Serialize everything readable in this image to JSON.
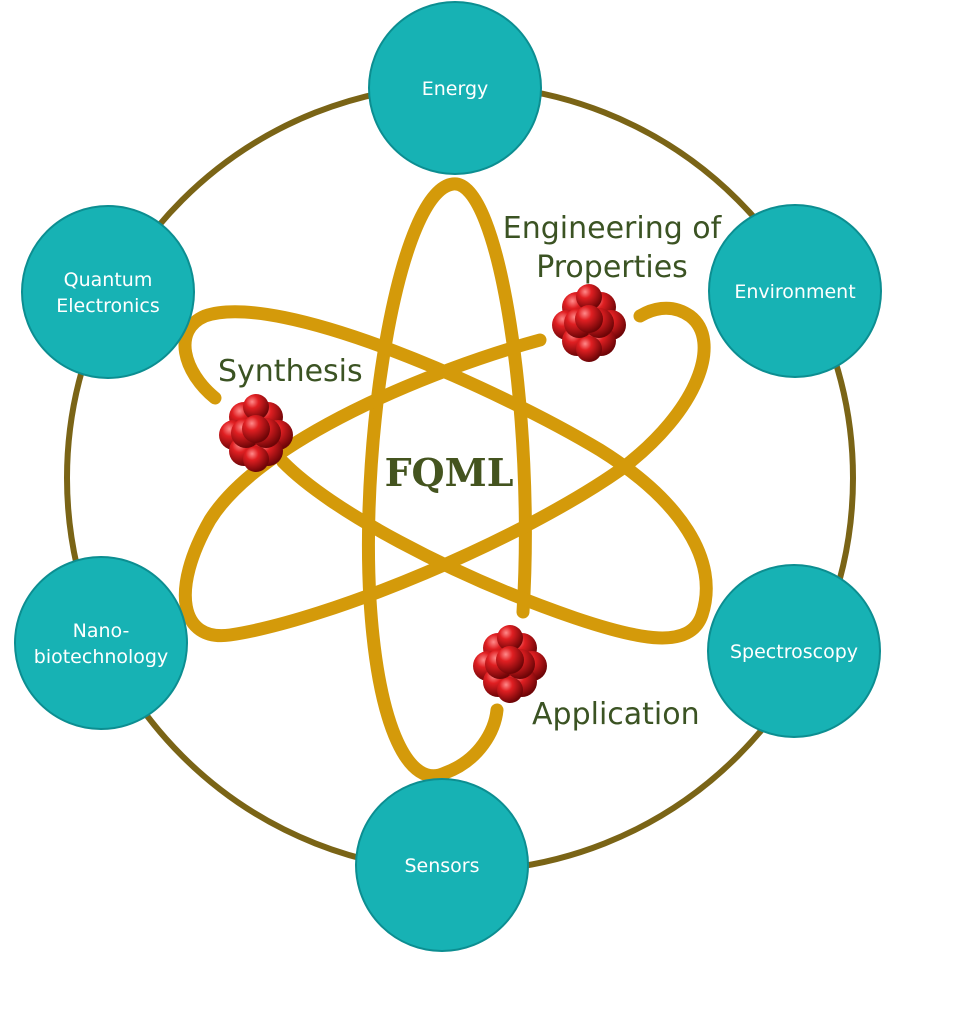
{
  "colors": {
    "ring": "#7a6416",
    "orbit": "#d49a0a",
    "node_fill": "#17b2b4",
    "node_stroke": "#0c8e91",
    "node_text": "#ffffff",
    "label_text": "#3b5323",
    "center_text": "#44541f",
    "atom": "#c8171a"
  },
  "center": {
    "label": "FQML"
  },
  "core_labels": {
    "synthesis": "Synthesis",
    "engineering_line1": "Engineering of",
    "engineering_line2": "Properties",
    "application": "Application"
  },
  "nodes": [
    {
      "key": "energy",
      "lines": [
        "Energy"
      ]
    },
    {
      "key": "environment",
      "lines": [
        "Environment"
      ]
    },
    {
      "key": "spectroscopy",
      "lines": [
        "Spectroscopy"
      ]
    },
    {
      "key": "sensors",
      "lines": [
        "Sensors"
      ]
    },
    {
      "key": "nanobio",
      "lines": [
        "Nano-",
        "biotechnology"
      ]
    },
    {
      "key": "quantum",
      "lines": [
        "Quantum",
        "Electronics"
      ]
    }
  ],
  "icons": {
    "atom_cluster": "atom-cluster-icon"
  }
}
